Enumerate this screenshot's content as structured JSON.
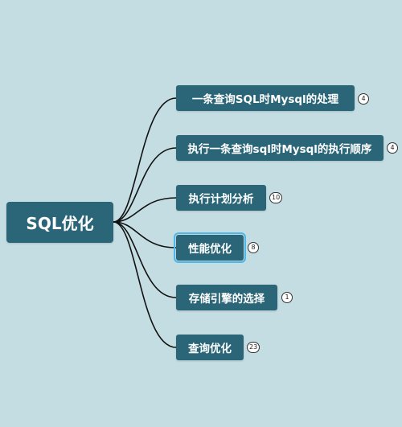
{
  "root": {
    "label": "SQL优化"
  },
  "branches": [
    {
      "label": "一条查询SQL时Mysql的处理",
      "count": "4",
      "selected": false
    },
    {
      "label": "执行一条查询sql时Mysql的执行顺序",
      "count": "4",
      "selected": false
    },
    {
      "label": "执行计划分析",
      "count": "10",
      "selected": false
    },
    {
      "label": "性能优化",
      "count": "8",
      "selected": true
    },
    {
      "label": "存储引擎的选择",
      "count": "1",
      "selected": false
    },
    {
      "label": "查询优化",
      "count": "23",
      "selected": false
    }
  ],
  "colors": {
    "background": "#c4dde2",
    "node": "#2a6678",
    "connector": "#111111",
    "selection": "#4fb8e8"
  }
}
